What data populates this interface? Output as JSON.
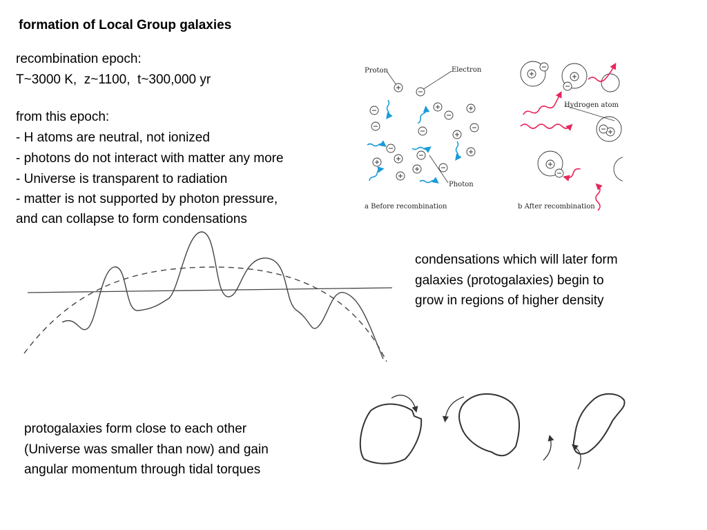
{
  "slide": {
    "title": "formation of Local Group galaxies",
    "intro": {
      "line1": "recombination epoch:",
      "line2": "T~3000 K,  z~1100,  t~300,000 yr"
    },
    "effects": {
      "heading": "from this epoch:",
      "items": [
        "- H atoms are neutral, not ionized",
        "- photons do not interact with matter any more",
        "- Universe is transparent to radiation",
        "- matter is not supported by photon pressure,",
        "and can collapse to form condensations"
      ]
    },
    "condensations_note": [
      "condensations which will later form",
      "galaxies (protogalaxies) begin to",
      "grow in regions of higher density"
    ],
    "protogalaxies_note": [
      "protogalaxies form close to each other",
      "(Universe was smaller than now) and gain",
      "angular momentum through tidal torques"
    ]
  },
  "recombination_figure": {
    "labels": {
      "proton": "Proton",
      "electron": "Electron",
      "photon": "Photon",
      "hydrogen_atom": "Hydrogen atom"
    },
    "captions": {
      "a": "a   Before recombination",
      "b": "b   After recombination"
    },
    "symbols": {
      "plus": "+",
      "minus": "−"
    },
    "colors": {
      "photon_before": "#1a9bd7",
      "photon_after": "#e8265a"
    }
  }
}
